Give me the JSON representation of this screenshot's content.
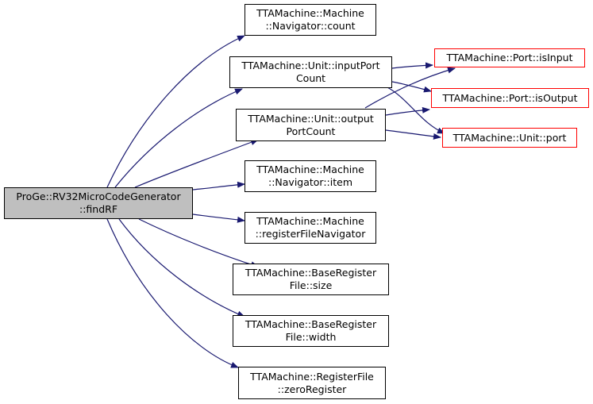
{
  "colors": {
    "edge": "#191970",
    "root_fill": "#bfbfbf",
    "ext_border": "#ff0000",
    "node_border": "#000000"
  },
  "nodes": {
    "root": {
      "lines": [
        "ProGe::RV32MicroCodeGenerator",
        "::findRF"
      ]
    },
    "count": {
      "lines": [
        "TTAMachine::Machine",
        "::Navigator::count"
      ]
    },
    "inputPort": {
      "lines": [
        "TTAMachine::Unit::inputPort",
        "Count"
      ]
    },
    "outputPort": {
      "lines": [
        "TTAMachine::Unit::output",
        "PortCount"
      ]
    },
    "item": {
      "lines": [
        "TTAMachine::Machine",
        "::Navigator::item"
      ]
    },
    "regNav": {
      "lines": [
        "TTAMachine::Machine",
        "::registerFileNavigator"
      ]
    },
    "size": {
      "lines": [
        "TTAMachine::BaseRegister",
        "File::size"
      ]
    },
    "width": {
      "lines": [
        "TTAMachine::BaseRegister",
        "File::width"
      ]
    },
    "zeroReg": {
      "lines": [
        "TTAMachine::RegisterFile",
        "::zeroRegister"
      ]
    },
    "isInput": {
      "lines": [
        "TTAMachine::Port::isInput"
      ]
    },
    "isOutput": {
      "lines": [
        "TTAMachine::Port::isOutput"
      ]
    },
    "port": {
      "lines": [
        "TTAMachine::Unit::port"
      ]
    }
  }
}
